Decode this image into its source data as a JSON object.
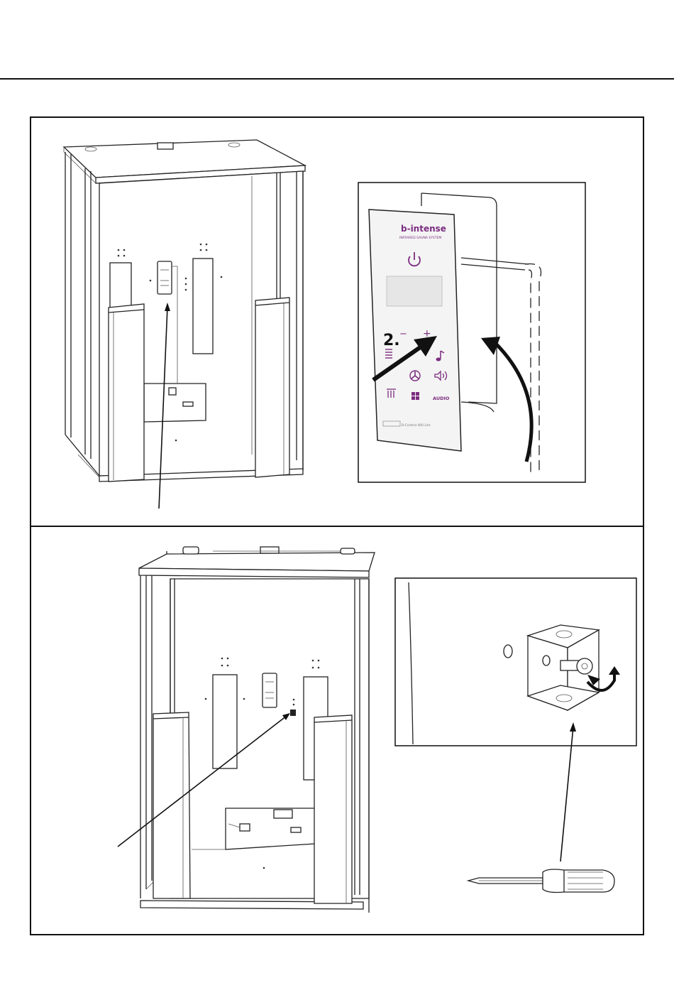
{
  "panel": {
    "brand": "b-intense",
    "tagline": "INFRARED SAUNA SYSTEM",
    "step_label": "2.",
    "minus_glyph": "−",
    "plus_glyph": "+",
    "audio_label": "AUDIO",
    "footer_label": "B-Control 400 Lite",
    "accent_color": "#7b2d7f"
  },
  "icons": [
    "power-icon",
    "music-note-icon",
    "fan-icon",
    "speaker-icon",
    "light-icon",
    "grid-icon"
  ]
}
